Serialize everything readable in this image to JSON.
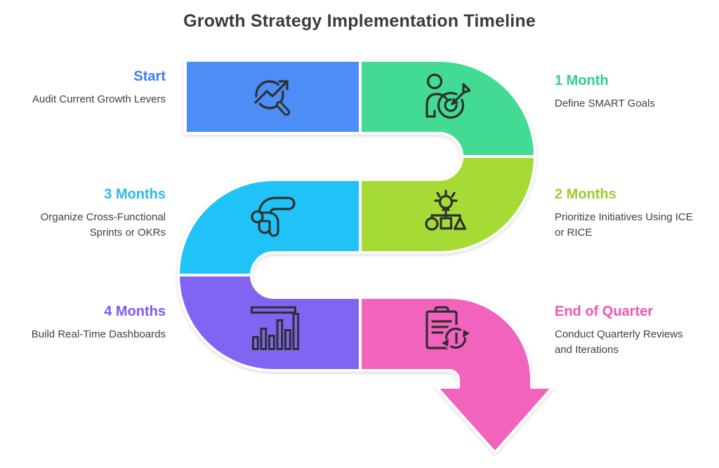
{
  "title": "Growth Strategy Implementation Timeline",
  "title_color": "#3B3B3B",
  "text_color": "#414042",
  "icon_stroke_color": "#2F2F2F",
  "background_color": "#FFFFFF",
  "steps": [
    {
      "id": "start",
      "label": "Start",
      "desc": "Audit Current Growth Levers",
      "color": "#4C8DF6",
      "label_color": "#3E7DF5",
      "icon": "magnifier-trend-icon",
      "side": "left"
    },
    {
      "id": "1-month",
      "label": "1 Month",
      "desc": "Define SMART Goals",
      "color": "#43DB93",
      "label_color": "#2ED18A",
      "icon": "person-target-icon",
      "side": "right"
    },
    {
      "id": "2-months",
      "label": "2 Months",
      "desc": "Prioritize Initiatives Using ICE or RICE",
      "color": "#A6DB36",
      "label_color": "#9FCC2A",
      "icon": "idea-structure-icon",
      "side": "right"
    },
    {
      "id": "3-months",
      "label": "3 Months",
      "desc": "Organize Cross-Functional Sprints or OKRs",
      "color": "#1FC3F7",
      "label_color": "#2CB9EC",
      "icon": "corner-arrows-icon",
      "side": "left"
    },
    {
      "id": "4-months",
      "label": "4 Months",
      "desc": "Build Real-Time Dashboards",
      "color": "#8164F2",
      "label_color": "#7B5BF5",
      "icon": "bar-chart-icon",
      "side": "left"
    },
    {
      "id": "end-of-quarter",
      "label": "End of Quarter",
      "desc": "Conduct Quarterly Reviews and Iterations",
      "color": "#F263BE",
      "label_color": "#F254B3",
      "icon": "clipboard-sync-icon",
      "side": "right"
    }
  ]
}
